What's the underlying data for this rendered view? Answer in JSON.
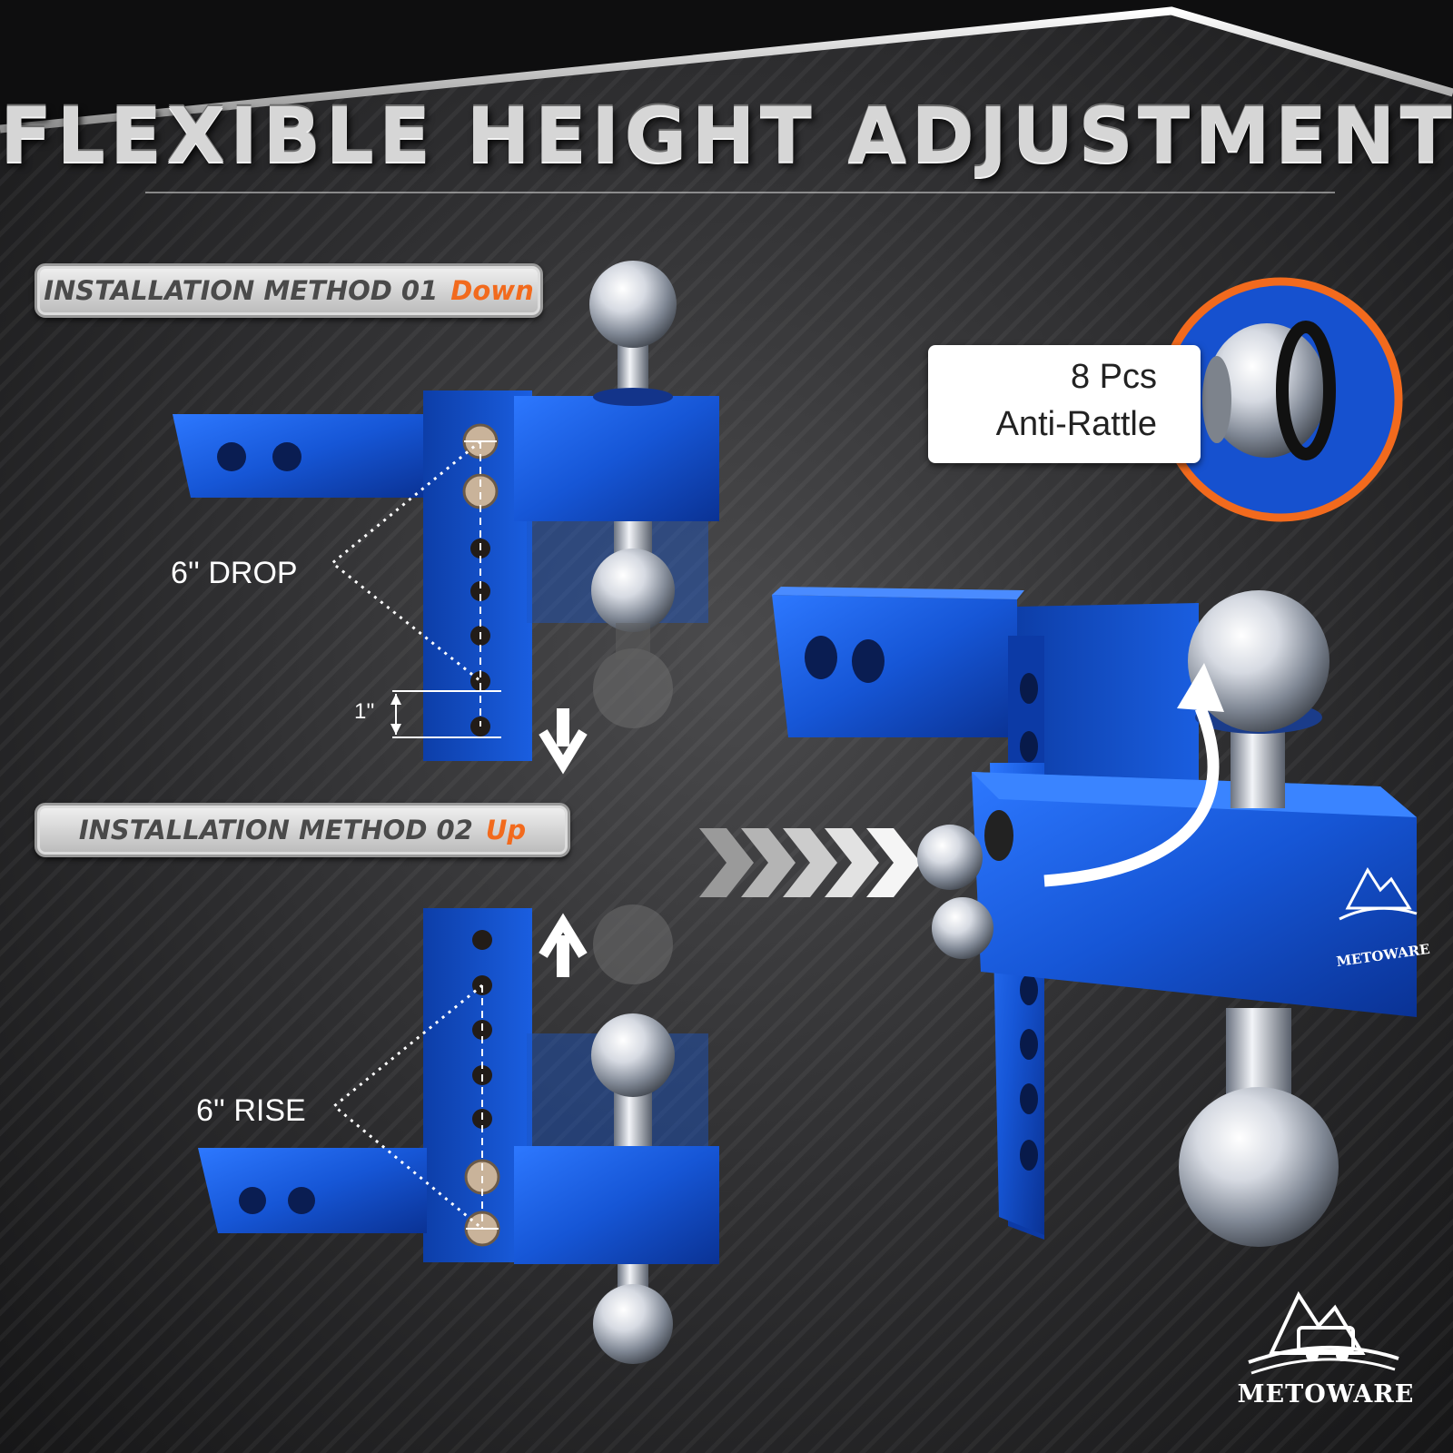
{
  "title": "FLEXIBLE HEIGHT ADJUSTMENT",
  "methods": [
    {
      "label": "INSTALLATION METHOD 01",
      "direction": "Down"
    },
    {
      "label": "INSTALLATION METHOD 02",
      "direction": "Up"
    }
  ],
  "dimensions": {
    "drop": "6'' DROP",
    "rise": "6'' RISE",
    "hole_spacing": "1''"
  },
  "callout": {
    "line1": "8 Pcs",
    "line2": "Anti-Rattle"
  },
  "brand": "METOWARE",
  "icons": [
    "arrow-down-icon",
    "arrow-up-icon",
    "chevron-right-icon",
    "curved-arrow-icon",
    "mountain-truck-logo"
  ],
  "colors": {
    "hitch_blue": "#1451c9",
    "accent_orange": "#f26a1d",
    "background": "#2e2e30"
  }
}
